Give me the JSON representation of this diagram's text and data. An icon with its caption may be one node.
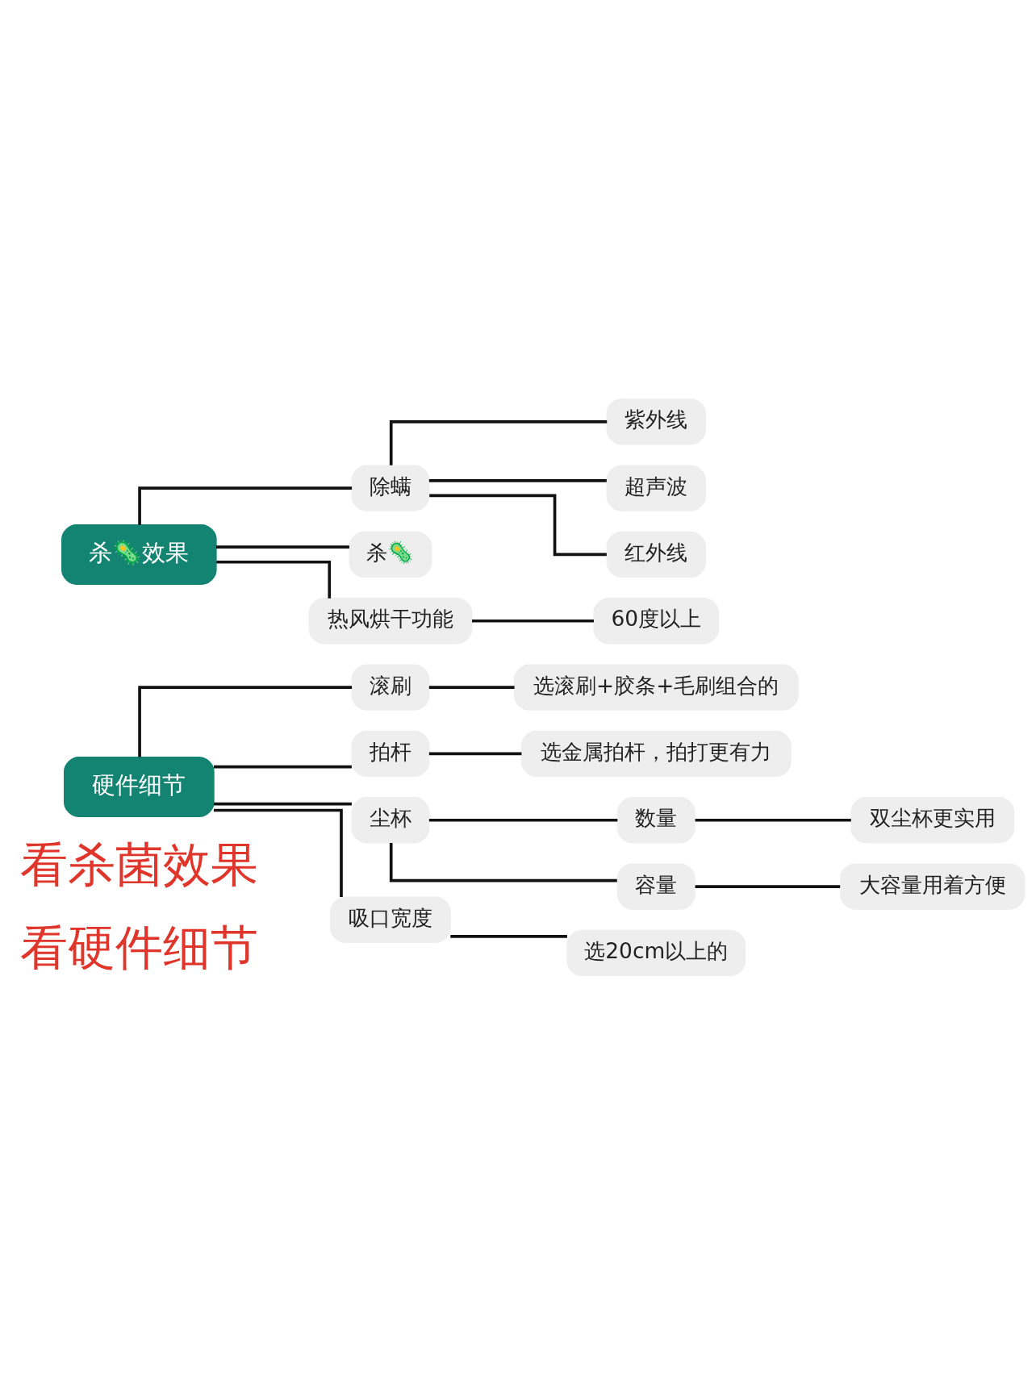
{
  "diagram": {
    "nodes": [
      {
        "text": [
          "硬件细节"
        ]
      },
      {
        "text": [
          "滚刷"
        ]
      },
      {
        "text": [
          "选滚刷+胶条+毛刷组合的"
        ]
      },
      {
        "text": [
          "拍杆"
        ]
      },
      {
        "text": [
          "选金属拍杆，拍打更有力"
        ]
      },
      {
        "text": [
          "尘杯"
        ]
      },
      {
        "text": [
          "数量"
        ]
      },
      {
        "text": [
          "双尘杯更实用"
        ]
      },
      {
        "text": [
          "容量"
        ]
      },
      {
        "text": [
          "大容量用着方便"
        ]
      },
      {
        "text": [
          "吸口宽度"
        ]
      },
      {
        "text": [
          "选20cm以上的"
        ]
      },
      {
        "text": [
          "杀🦠效果"
        ]
      },
      {
        "text": [
          "除螨"
        ]
      },
      {
        "text": [
          "紫外线"
        ]
      },
      {
        "text": [
          "超声波"
        ]
      },
      {
        "text": [
          "红外线"
        ]
      },
      {
        "text": [
          "杀🦠"
        ]
      },
      {
        "text": [
          "热风烘干功能"
        ]
      },
      {
        "text": [
          "60度以上"
        ]
      }
    ],
    "edges": [
      {
        "from": 0,
        "to": 1,
        "arrow": "none"
      },
      {
        "from": 1,
        "to": 2,
        "arrow": "none"
      },
      {
        "from": 0,
        "to": 3,
        "arrow": "none"
      },
      {
        "from": 3,
        "to": 4,
        "arrow": "none"
      },
      {
        "from": 0,
        "to": 5,
        "arrow": "none"
      },
      {
        "from": 5,
        "to": 6,
        "arrow": "none"
      },
      {
        "from": 6,
        "to": 7,
        "arrow": "none"
      },
      {
        "from": 5,
        "to": 8,
        "arrow": "none"
      },
      {
        "from": 8,
        "to": 9,
        "arrow": "none"
      },
      {
        "from": 0,
        "to": 10,
        "arrow": "none"
      },
      {
        "from": 10,
        "to": 11,
        "arrow": "none"
      },
      {
        "from": 12,
        "to": 13,
        "arrow": "none"
      },
      {
        "from": 13,
        "to": 14,
        "arrow": "none"
      },
      {
        "from": 13,
        "to": 15,
        "arrow": "none"
      },
      {
        "from": 13,
        "to": 16,
        "arrow": "none"
      },
      {
        "from": 12,
        "to": 17,
        "arrow": "none"
      },
      {
        "from": 12,
        "to": 18,
        "arrow": "none"
      },
      {
        "from": 18,
        "to": 19,
        "arrow": "none"
      }
    ],
    "labels": [
      "看硬件细节",
      "看杀菌效果"
    ]
  }
}
